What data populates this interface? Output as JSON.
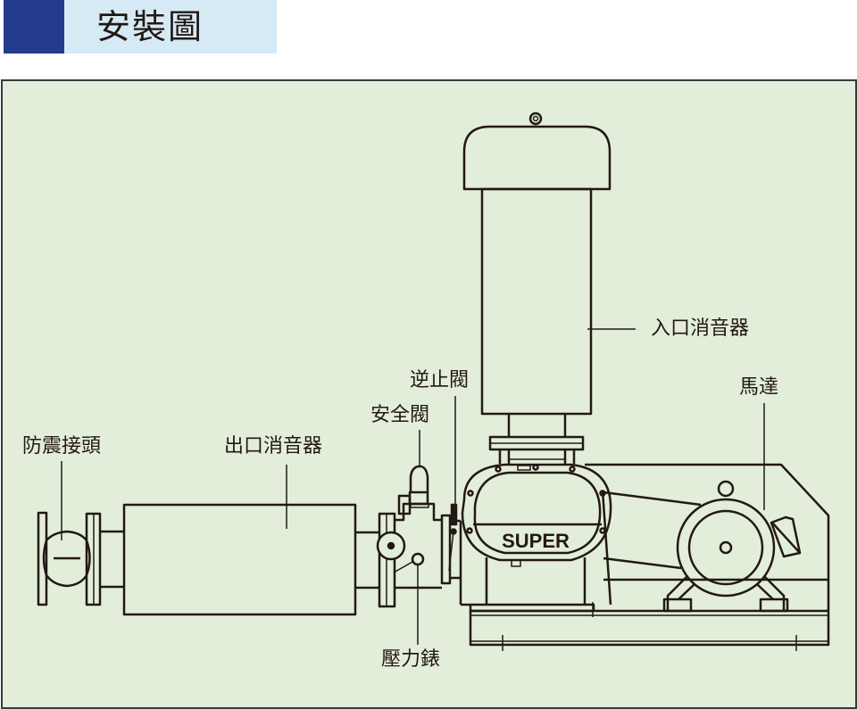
{
  "header": {
    "title": "安裝圖",
    "accent_color": "#243c8c",
    "band_color": "#d6eaf5"
  },
  "diagram": {
    "background_color": "#e2eed9",
    "line_color": "#231815",
    "brand_text": "SUPER",
    "labels": {
      "inlet_silencer": "入口消音器",
      "motor": "馬達",
      "check_valve": "逆止閥",
      "safety_valve": "安全閥",
      "anti_vibration_joint": "防震接頭",
      "outlet_silencer": "出口消音器",
      "pressure_gauge": "壓力錶"
    }
  }
}
